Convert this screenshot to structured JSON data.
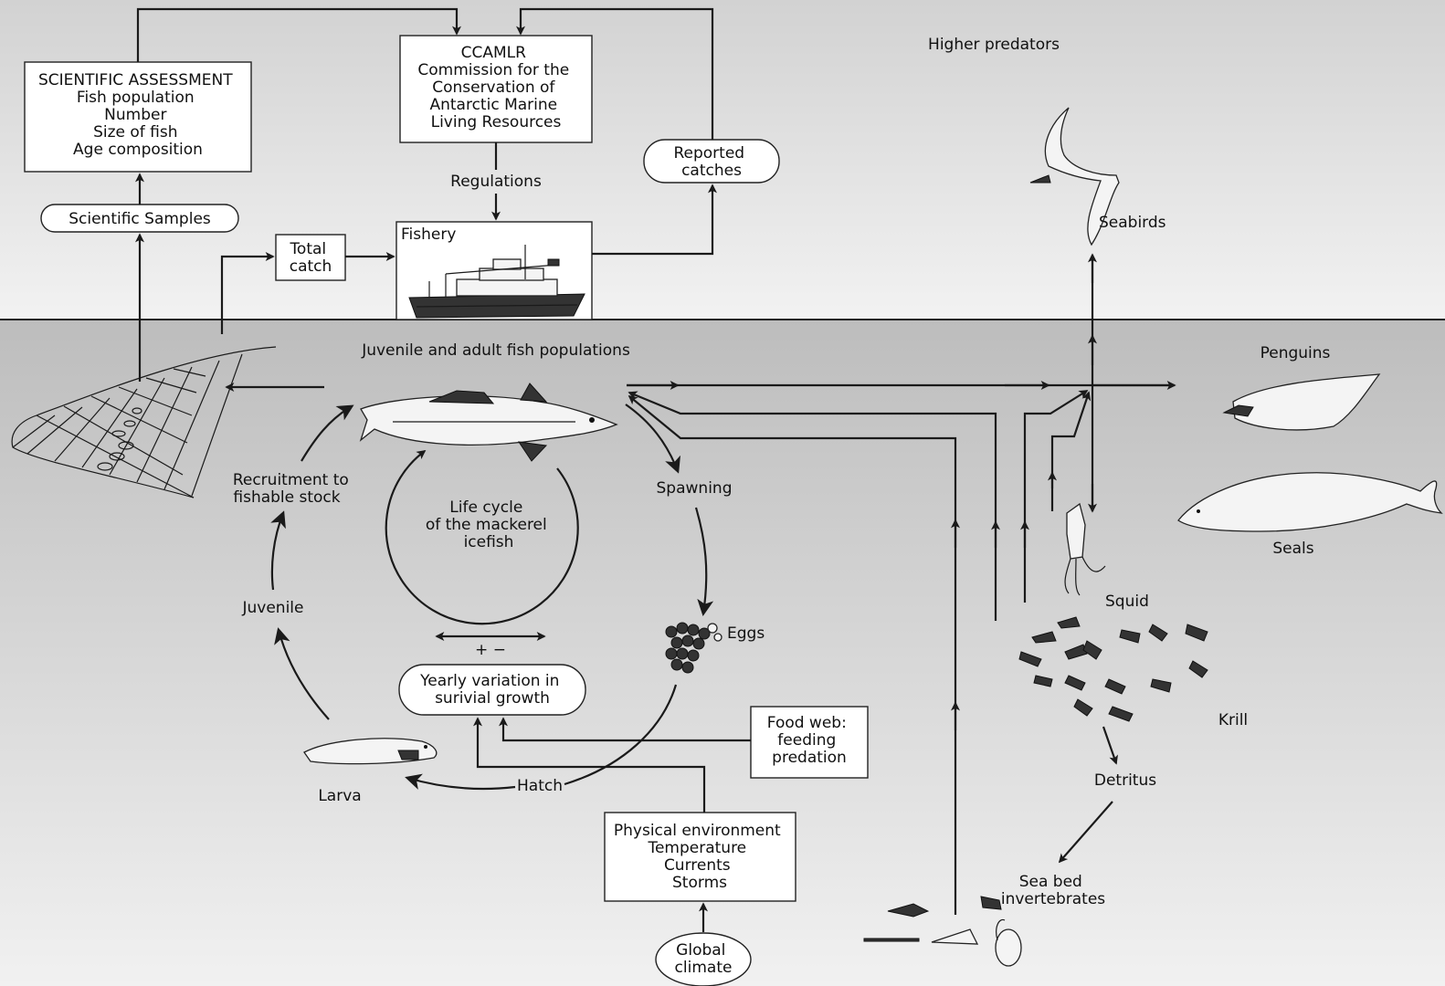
{
  "boxes": {
    "scientific_assessment": [
      "SCIENTIFIC ASSESSMENT",
      "Fish population",
      "Number",
      "Size of fish",
      "Age composition"
    ],
    "ccamlr": [
      "CCAMLR",
      "Commission for the",
      "Conservation of",
      "Antarctic Marine",
      "Living Resources"
    ],
    "scientific_samples": "Scientific Samples",
    "total_catch": [
      "Total",
      "catch"
    ],
    "fishery": "Fishery",
    "reported_catches": [
      "Reported",
      "catches"
    ],
    "yearly_variation": [
      "Yearly variation in",
      "surivial growth"
    ],
    "food_web": [
      "Food web:",
      "feeding",
      "predation"
    ],
    "physical_environment": [
      "Physical environment",
      "Temperature",
      "Currents",
      "Storms"
    ],
    "global_climate": [
      "Global",
      "climate"
    ]
  },
  "labels": {
    "regulations": "Regulations",
    "higher_predators": "Higher predators",
    "seabirds": "Seabirds",
    "penguins": "Penguins",
    "seals": "Seals",
    "squid": "Squid",
    "krill": "Krill",
    "detritus": "Detritus",
    "sea_bed": [
      "Sea bed",
      "invertebrates"
    ],
    "juvenile_adult": "Juvenile and adult fish populations",
    "recruitment": [
      "Recruitment to",
      "fishable stock"
    ],
    "life_cycle": [
      "Life cycle",
      "of the mackerel",
      "icefish"
    ],
    "spawning": "Spawning",
    "eggs": "Eggs",
    "juvenile": "Juvenile",
    "larva": "Larva",
    "hatch": "Hatch",
    "plus_minus": "+ −"
  },
  "colors": {
    "sky_top": "#d2d2d2",
    "sky_bottom": "#f2f2f2",
    "sea_top": "#bdbdbd",
    "sea_bottom": "#f1f1f1",
    "ink": "#1a1a1a"
  }
}
